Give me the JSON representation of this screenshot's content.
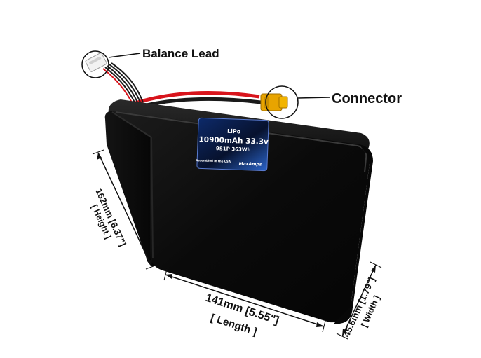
{
  "callouts": {
    "balance_lead": "Balance Lead",
    "connector": "Connector"
  },
  "product_label": {
    "chemistry": "LiPo",
    "capacity_voltage": "10900mAh 33.3v",
    "config_energy": "9S1P 363Wh",
    "origin": "Assembled in the USA",
    "logo": "MaxAmps"
  },
  "dimensions": {
    "height_value": "162mm [6.37\"]",
    "height_label": "[ Height ]",
    "length_value": "141mm [5.55\"]",
    "length_label": "[ Length ]",
    "width_value": "45.6mm [1.79\"]",
    "width_label": "[ Width ]"
  },
  "colors": {
    "battery_body": "#0b0b0b",
    "lead_red": "#d8141c",
    "connector_yellow": "#e8a400",
    "label_bg": "#0a1a3a"
  }
}
